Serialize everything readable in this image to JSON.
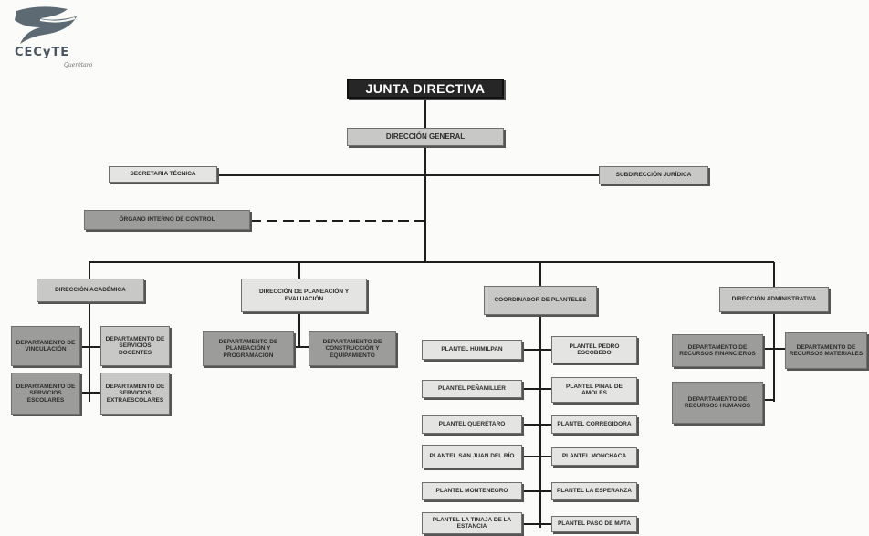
{
  "logo": {
    "brand": "CECyTE",
    "sublabel": "Querétaro"
  },
  "boxes": {
    "junta": "JUNTA DIRECTIVA",
    "direccion_general": "DIRECCIÓN GENERAL",
    "secretaria_tecnica": "SECRETARIA TÉCNICA",
    "subdireccion_juridica": "SUBDIRECCIÓN JURÍDICA",
    "organo_control": "ÓRGANO INTERNO DE CONTROL",
    "direccion_academica": "DIRECCIÓN ACADÉMICA",
    "direccion_planeacion": "DIRECCIÓN DE PLANEACIÓN Y EVALUACIÓN",
    "coordinador_planteles": "COORDINADOR DE PLANTELES",
    "direccion_administrativa": "DIRECCIÓN ADMINISTRATIVA",
    "depto_vinculacion": "DEPARTAMENTO DE VINCULACIÓN",
    "depto_servicios_docentes": "DEPARTAMENTO DE SERVICIOS DOCENTES",
    "depto_servicios_escolares": "DEPARTAMENTO DE SERVICIOS ESCOLARES",
    "depto_extraescolares": "DEPARTAMENTO DE SERVICIOS EXTRAESCOLARES",
    "depto_planeacion_programacion": "DEPARTAMENTO DE PLANEACIÓN Y PROGRAMACIÓN",
    "depto_construccion": "DEPARTAMENTO DE CONSTRUCCIÓN Y EQUIPAMIENTO",
    "depto_recursos_financieros": "DEPARTAMENTO DE RECURSOS FINANCIEROS",
    "depto_recursos_materiales": "DEPARTAMENTO DE RECURSOS MATERIALES",
    "depto_recursos_humanos": "DEPARTAMENTO DE RECURSOS HUMANOS",
    "plantel_humilpan": "PLANTEL HUIMILPAN",
    "plantel_pedro_escobedo": "PLANTEL PEDRO ESCOBEDO",
    "plantel_penamiller": "PLANTEL PEÑAMILLER",
    "plantel_pinal_amoles": "PLANTEL PINAL DE AMOLES",
    "plantel_queretaro": "PLANTEL QUERÉTARO",
    "plantel_corregidora": "PLANTEL CORREGIDORA",
    "plantel_san_juan": "PLANTEL SAN JUAN DEL RÍO",
    "plantel_tequisquiapan": "PLANTEL MONCHACA",
    "plantel_montenegro": "PLANTEL MONTENEGRO",
    "plantel_esperanza": "PLANTEL LA ESPERANZA",
    "plantel_tinaja": "PLANTEL LA TINAJA DE LA ESTANCIA",
    "plantel_paso_mata": "PLANTEL PASO DE MATA"
  }
}
